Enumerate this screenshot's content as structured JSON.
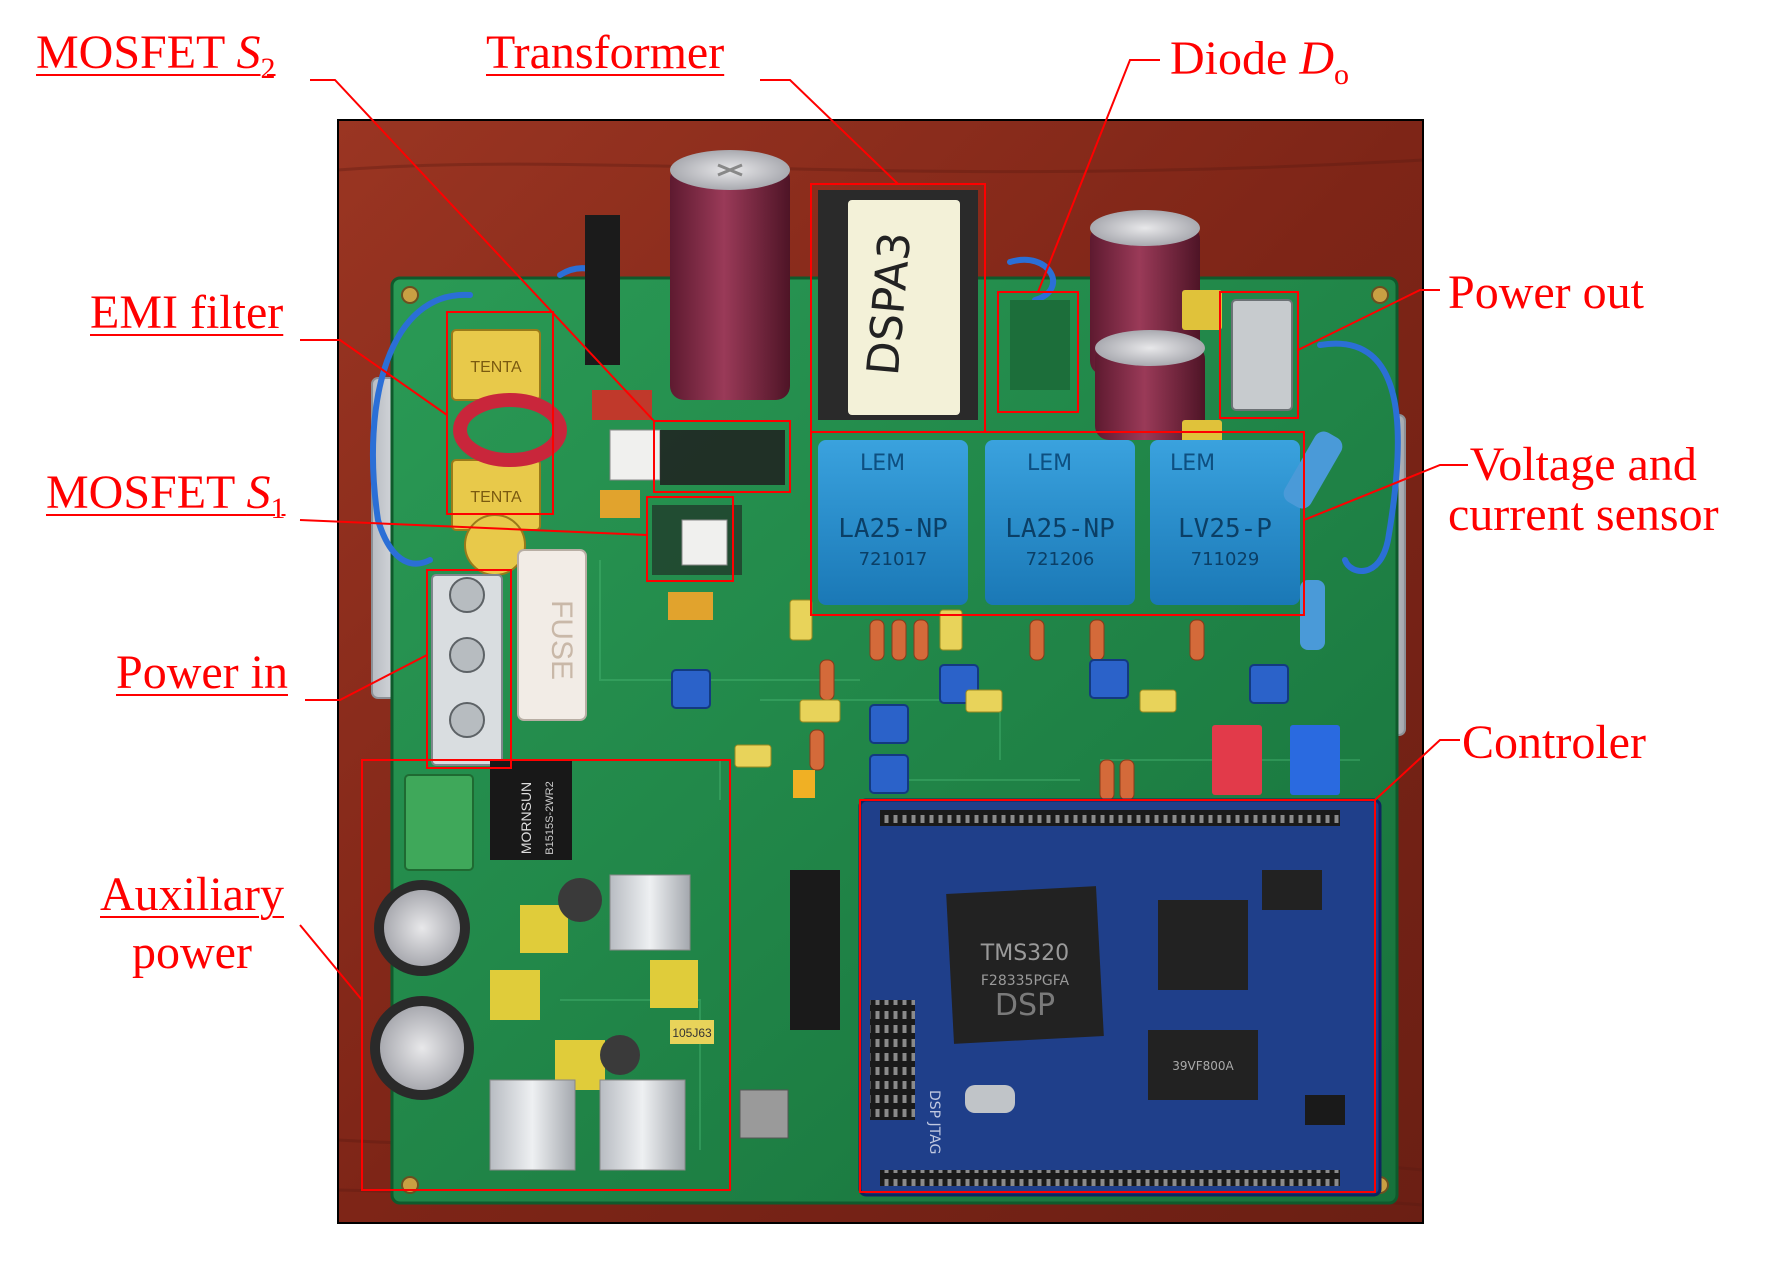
{
  "labels": {
    "mosfet_s2": {
      "text": "MOSFET ",
      "sym": "S",
      "sub": "2"
    },
    "transformer": {
      "text": "Transformer"
    },
    "diode_do": {
      "text": "Diode ",
      "sym": "D",
      "sub": "o"
    },
    "emi_filter": {
      "text": "EMI filter"
    },
    "power_out": {
      "text": "Power out"
    },
    "mosfet_s1": {
      "text": "MOSFET ",
      "sym": "S",
      "sub": "1"
    },
    "voltage_current_sensor": {
      "line1": "Voltage and",
      "line2": "current sensor"
    },
    "power_in": {
      "text": "Power in"
    },
    "controler": {
      "text": "Controler"
    },
    "auxiliary_power": {
      "line1": "Auxiliary",
      "line2": "power"
    }
  },
  "board_prints": {
    "transformer_tag": "DSPA3",
    "sensor_1": {
      "brand": "LEM",
      "model": "LA25-NP",
      "serial": "721017"
    },
    "sensor_2": {
      "brand": "LEM",
      "model": "LA25-NP",
      "serial": "721206"
    },
    "sensor_3": {
      "brand": "LEM",
      "model": "LV25-P",
      "serial": "711029"
    },
    "filter_cap_brand": "TENTA",
    "fuse_label": "FUSE",
    "dcdc_module": "MORNSUN",
    "dcdc_model": "B1515S-2WR2",
    "dsp_brand": "DSP",
    "dsp_chip": "TMS320",
    "dsp_part": "F28335PGFA",
    "jtag_label": "DSP JTAG",
    "flash_chip": "39VF800A",
    "cap_code": "105J63"
  },
  "colors": {
    "annotation": "#ff0000",
    "pcb_green": "#1f8a4a",
    "table_wood": "#8a2a1c",
    "sensor_blue": "#1e88c8",
    "controller_blue": "#1f3f8a",
    "capacitor_maroon": "#7a2740"
  }
}
